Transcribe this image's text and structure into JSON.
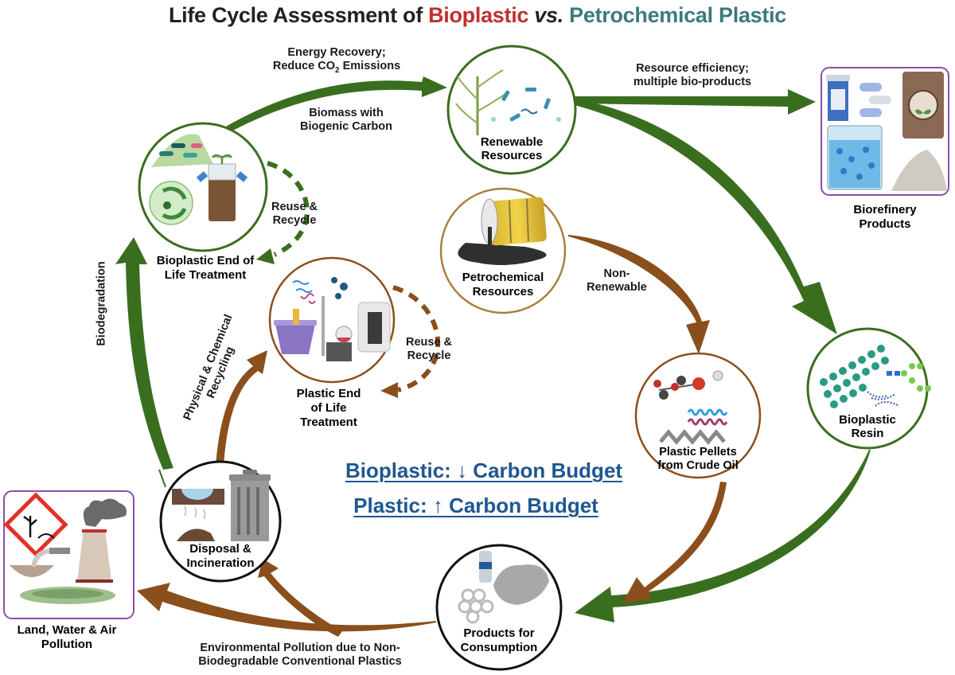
{
  "title": {
    "prefix": "Life Cycle Assessment of ",
    "bioplastic": "Bioplastic",
    "vs": " vs.",
    "petrochemical": " Petrochemical Plastic"
  },
  "colors": {
    "bioplastic_red": "#c0302e",
    "petrochemical_teal": "#3d7a7a",
    "bio_arrow_green": "#3a6e1f",
    "petro_arrow_brown": "#8a4f1c",
    "budget_blue": "#1f5690",
    "box_purple": "#8b4fa8",
    "circle_petro_gold": "#a8813a"
  },
  "nodes": {
    "renewable": {
      "line1": "Renewable",
      "line2": "Resources"
    },
    "biorefinery": {
      "line1": "Biorefinery",
      "line2": "Products"
    },
    "bioplastic_eol": {
      "line1": "Bioplastic End of",
      "line2": "Life Treatment"
    },
    "petrochemical": {
      "line1": "Petrochemical",
      "line2": "Resources"
    },
    "plastic_eol": {
      "line1": "Plastic End",
      "line2": "of Life",
      "line3": "Treatment"
    },
    "pellets": {
      "line1": "Plastic Pellets",
      "line2": "from Crude Oil"
    },
    "resin": {
      "line1": "Bioplastic",
      "line2": "Resin"
    },
    "disposal": {
      "line1": "Disposal &",
      "line2": "Incineration"
    },
    "products": {
      "line1": "Products for",
      "line2": "Consumption"
    },
    "pollution": {
      "line1": "Land, Water & Air",
      "line2": "Pollution"
    }
  },
  "arrow_labels": {
    "energy_recovery": {
      "line1": "Energy Recovery;",
      "line2_pre": "Reduce CO",
      "line2_sub": "2",
      "line2_post": " Emissions"
    },
    "biomass": {
      "line1": "Biomass with",
      "line2": "Biogenic Carbon"
    },
    "resource_efficiency": {
      "line1": "Resource efficiency;",
      "line2": "multiple bio-products"
    },
    "reuse_bio": {
      "line1": "Reuse &",
      "line2": "Recycle"
    },
    "reuse_petro": {
      "line1": "Reuse &",
      "line2": "Recycle"
    },
    "non_renewable": {
      "line1": "Non-",
      "line2": "Renewable"
    },
    "biodegradation": "Biodegradation",
    "phys_chem": {
      "line1": "Physical & Chemical",
      "line2": "Recycling"
    },
    "env_pollution": {
      "line1": "Environmental Pollution due to Non-",
      "line2": "Biodegradable Conventional Plastics"
    }
  },
  "budget": {
    "bioplastic": "Bioplastic: ↓ Carbon Budget",
    "plastic": "Plastic: ↑ Carbon Budget"
  }
}
